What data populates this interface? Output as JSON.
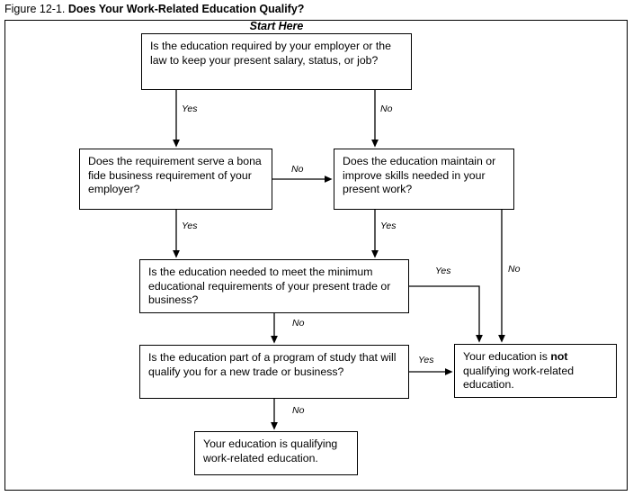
{
  "figure": {
    "number": "Figure 12-1.",
    "title": "Does Your Work-Related Education Qualify?"
  },
  "flowchart": {
    "start_label": "Start Here",
    "nodes": {
      "q1": "Is the education required by your employer or the law to keep your present salary, status, or job?",
      "q2_left": "Does the requirement serve a bona fide business requirement of your employer?",
      "q2_right": "Does the education maintain or improve skills needed in your present work?",
      "q3": "Is the education needed to meet the minimum educational requirements of your present trade or business?",
      "q4": "Is the education part of a program of study that will qualify you for a new trade or business?",
      "result_not_qualifying_pre": "Your education is ",
      "result_not_qualifying_bold": "not",
      "result_not_qualifying_post": " qualifying work-related education.",
      "result_qualifying": "Your education is qualifying work-related education."
    },
    "edges": [
      {
        "id": "q1-yes",
        "label": "Yes"
      },
      {
        "id": "q1-no",
        "label": "No"
      },
      {
        "id": "q2left-no",
        "label": "No"
      },
      {
        "id": "q2left-yes",
        "label": "Yes"
      },
      {
        "id": "q2right-yes",
        "label": "Yes"
      },
      {
        "id": "q2right-no",
        "label": "No"
      },
      {
        "id": "q3-yes",
        "label": "Yes"
      },
      {
        "id": "q3-no",
        "label": "No"
      },
      {
        "id": "q4-yes",
        "label": "Yes"
      },
      {
        "id": "q4-no",
        "label": "No"
      }
    ]
  },
  "colors": {
    "line": "#000000",
    "background": "#ffffff",
    "text": "#000000"
  }
}
